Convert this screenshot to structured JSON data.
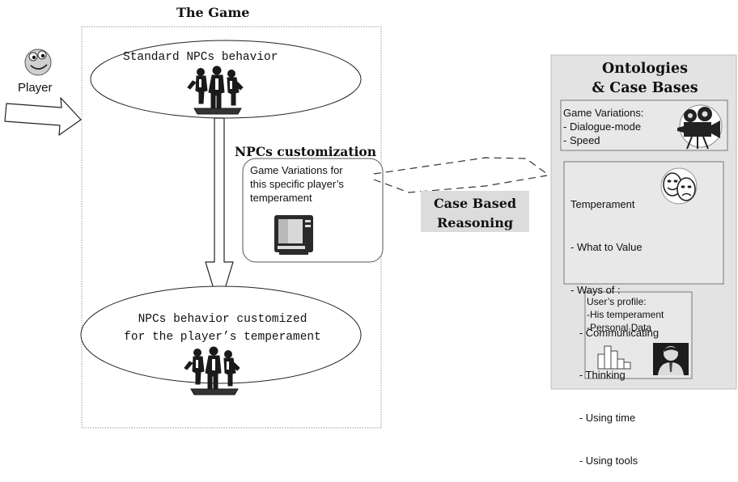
{
  "game": {
    "title": "The Game"
  },
  "player": {
    "label": "Player",
    "icon": "player-face-icon"
  },
  "standard_npcs": {
    "label": "Standard NPCs behavior",
    "icon": "npc-group-icon"
  },
  "customization": {
    "title": "NPCs customization",
    "variations_lines": [
      "Game Variations for",
      "this specific player’s",
      "temperament"
    ],
    "icon": "tv-icon"
  },
  "cbr": {
    "lines": [
      "Case Based",
      "Reasoning"
    ]
  },
  "customized_npcs": {
    "lines": [
      "NPCs behavior customized",
      "for the player’s temperament"
    ],
    "icon": "npc-group-icon"
  },
  "ontologies": {
    "title_lines": [
      "Ontologies",
      "& Case Bases"
    ],
    "game_variations": {
      "lines": [
        "Game Variations:",
        "- Dialogue-mode",
        "- Speed"
      ],
      "icon": "movie-camera-icon"
    },
    "temperament": {
      "lines": [
        "Temperament",
        "- What to Value",
        "- Ways of :",
        "   - Communicating",
        "   - Thinking",
        "   - Using time",
        "   - Using tools"
      ],
      "icon": "theater-masks-icon"
    },
    "profile": {
      "lines": [
        "User’s profile:",
        "-His temperament",
        "-Personal Data"
      ],
      "icons": [
        "bar-chart-icon",
        "person-portrait-icon"
      ]
    }
  },
  "colors": {
    "panel_bg": "#e3e3e3",
    "panel_border": "#bdbdbd",
    "cbr_bg": "#dcdcdc",
    "ink": "#111111"
  }
}
